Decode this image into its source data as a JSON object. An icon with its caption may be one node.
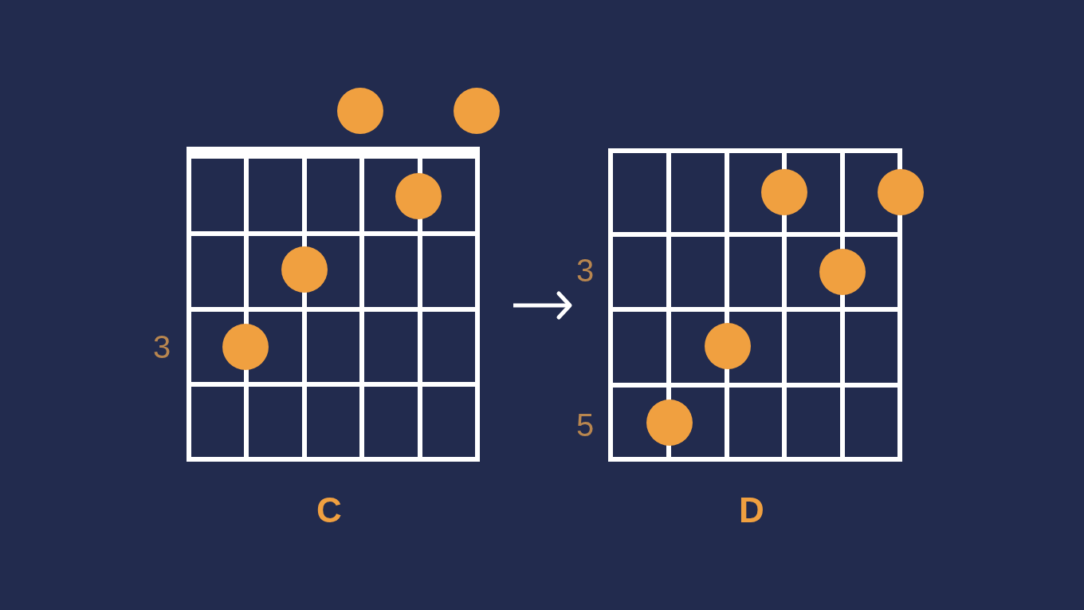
{
  "diagram": {
    "nodes": [
      {
        "text": [
          "C"
        ],
        "beside": [
          "3"
        ]
      },
      {
        "text": [
          "D"
        ],
        "beside": [
          "3",
          "5"
        ]
      }
    ],
    "edges": [
      {
        "from": 0,
        "to": 1,
        "arrow": "to"
      }
    ]
  }
}
